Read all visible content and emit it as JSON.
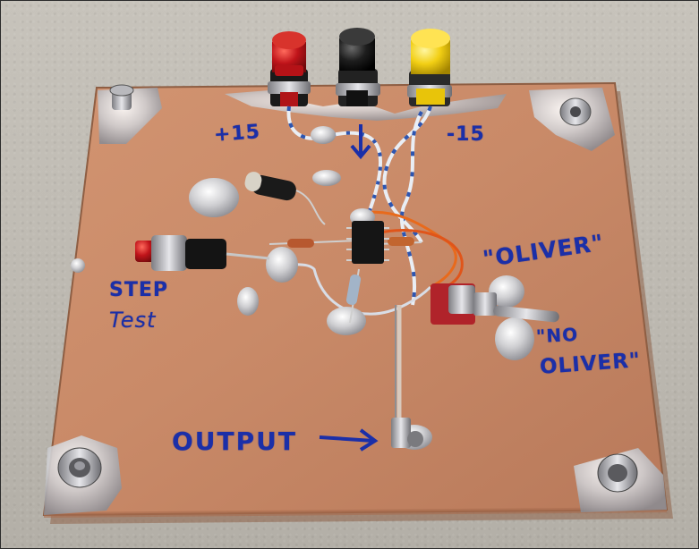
{
  "scene": {
    "description_labels": {
      "plus15": "+15",
      "minus15": "-15",
      "oliver": "\"OLIVER\"",
      "no": "\"NO",
      "no_oliver": "OLIVER\"",
      "step": "STEP",
      "test": "Test",
      "output": "OUTPUT"
    }
  },
  "colors": {
    "copper": "#c98a68",
    "ink": "#1b2fa8",
    "background": "#bfbbb3",
    "post_red": "#c0141a",
    "post_black": "#141414",
    "post_yellow": "#f2cf14"
  }
}
